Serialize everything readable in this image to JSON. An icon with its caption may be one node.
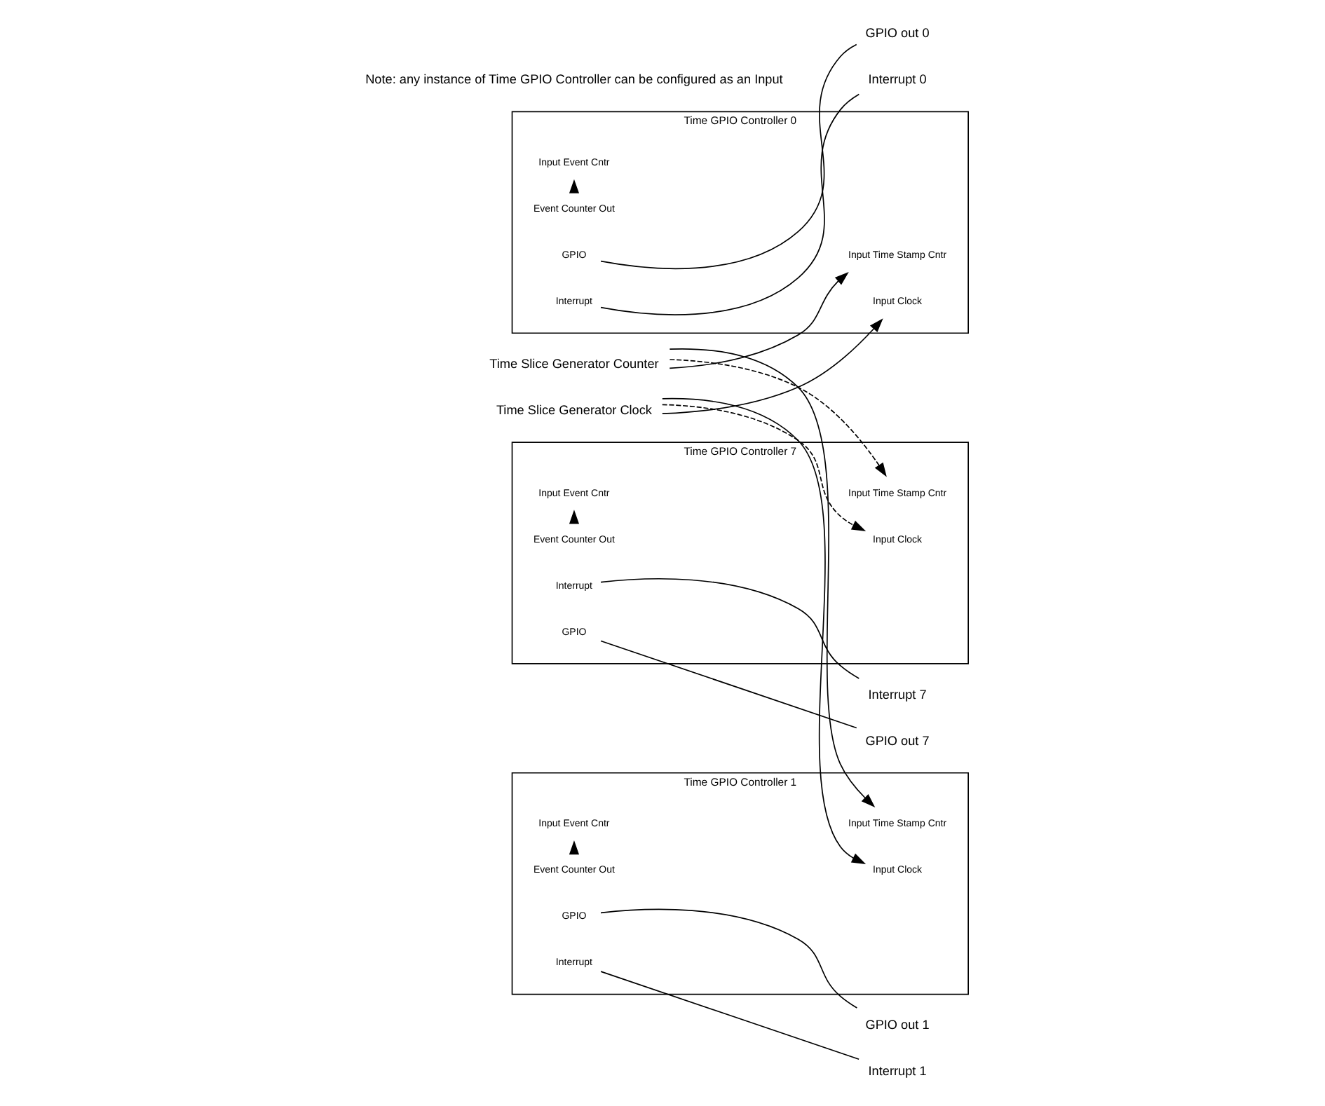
{
  "diagram": {
    "nodes": [
      {
        "text": [
          "Time Slice Generator Clock"
        ]
      },
      {
        "text": [
          "Time Slice Generator Counter"
        ]
      },
      {
        "text": [
          "Time GPIO Controller 0"
        ]
      },
      {
        "text": [
          "Input Clock"
        ],
        "in": 2
      },
      {
        "text": [
          "Input Time Stamp Cntr"
        ],
        "in": 2
      },
      {
        "text": [
          "Input Event Cntr"
        ],
        "in": 2
      },
      {
        "text": [
          "Event Counter Out"
        ],
        "in": 2
      },
      {
        "text": [
          "Interrupt"
        ],
        "in": 2
      },
      {
        "text": [
          "GPIO"
        ],
        "in": 2
      },
      {
        "text": [
          "Interrupt 0"
        ]
      },
      {
        "text": [
          "GPIO out 0"
        ]
      },
      {
        "text": [
          "Time GPIO Controller 1"
        ]
      },
      {
        "text": [
          "Input Clock"
        ],
        "in": 11
      },
      {
        "text": [
          "Input Time Stamp Cntr"
        ],
        "in": 11
      },
      {
        "text": [
          "Input Event Cntr"
        ],
        "in": 11
      },
      {
        "text": [
          "Event Counter Out"
        ],
        "in": 11
      },
      {
        "text": [
          "Interrupt"
        ],
        "in": 11
      },
      {
        "text": [
          "GPIO"
        ],
        "in": 11
      },
      {
        "text": [
          "Interrupt 1"
        ]
      },
      {
        "text": [
          "GPIO out 1"
        ]
      },
      {
        "text": [
          "Time GPIO Controller 7"
        ]
      },
      {
        "text": [
          "Input Clock"
        ],
        "in": 20
      },
      {
        "text": [
          "Input Time Stamp Cntr"
        ],
        "in": 20
      },
      {
        "text": [
          "Input Event Cntr"
        ],
        "in": 20
      },
      {
        "text": [
          "Event Counter Out"
        ],
        "in": 20
      },
      {
        "text": [
          "Interrupt"
        ],
        "in": 20
      },
      {
        "text": [
          "GPIO"
        ],
        "in": 20
      },
      {
        "text": [
          "Interrupt 7"
        ]
      },
      {
        "text": [
          "GPIO out 7"
        ]
      }
    ],
    "edges": [
      {
        "from": 0,
        "to": 3,
        "arrow": "to"
      },
      {
        "from": 1,
        "to": 4,
        "arrow": "to"
      },
      {
        "from": 6,
        "to": 5,
        "arrow": "to"
      },
      {
        "from": 7,
        "to": 9,
        "arrow": "none"
      },
      {
        "from": 8,
        "to": 10,
        "arrow": "none"
      },
      {
        "from": 0,
        "to": 12,
        "arrow": "to"
      },
      {
        "from": 1,
        "to": 13,
        "arrow": "to"
      },
      {
        "from": 15,
        "to": 14,
        "arrow": "to"
      },
      {
        "from": 16,
        "to": 18,
        "arrow": "none"
      },
      {
        "from": 17,
        "to": 19,
        "arrow": "none"
      },
      {
        "from": 0,
        "to": 21,
        "arrow": "to",
        "style": "dashed"
      },
      {
        "from": 1,
        "to": 22,
        "arrow": "to",
        "style": "dashed"
      },
      {
        "from": 24,
        "to": 23,
        "arrow": "to"
      },
      {
        "from": 25,
        "to": 27,
        "arrow": "none"
      },
      {
        "from": 26,
        "to": 28,
        "arrow": "none"
      }
    ],
    "labels": [
      "Note: any instance of Time GPIO Controller can be configured as an Input"
    ]
  }
}
